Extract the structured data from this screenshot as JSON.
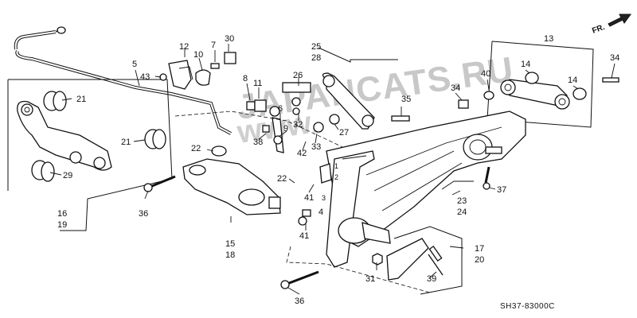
{
  "watermark": {
    "line1": "JAPANCATS.RU",
    "line2": "www."
  },
  "direction_label": "FR.",
  "diagram_code": "SH37-83000C",
  "callouts": {
    "n4": "4",
    "n5": "5",
    "n6": "6",
    "n7": "7",
    "n8": "8",
    "n9": "9",
    "n10": "10",
    "n11": "11",
    "n12": "12",
    "n13": "13",
    "n14a": "14",
    "n14b": "14",
    "n15": "15",
    "n16": "16",
    "n17": "17",
    "n18": "18",
    "n19": "19",
    "n20": "20",
    "n21a": "21",
    "n21b": "21",
    "n22a": "22",
    "n22b": "22",
    "n23": "23",
    "n24": "24",
    "n25": "25",
    "n26": "26",
    "n27": "27",
    "n28": "28",
    "n29": "29",
    "n30": "30",
    "n31": "31",
    "n32": "32",
    "n33": "33",
    "n34a": "34",
    "n34b": "34",
    "n35": "35",
    "n36a": "36",
    "n36b": "36",
    "n37": "37",
    "n38": "38",
    "n39": "39",
    "n40": "40",
    "n41a": "41",
    "n41b": "41",
    "n42": "42",
    "n43": "43"
  },
  "small_labels": {
    "s1": "1",
    "s2": "2",
    "s3": "3"
  }
}
